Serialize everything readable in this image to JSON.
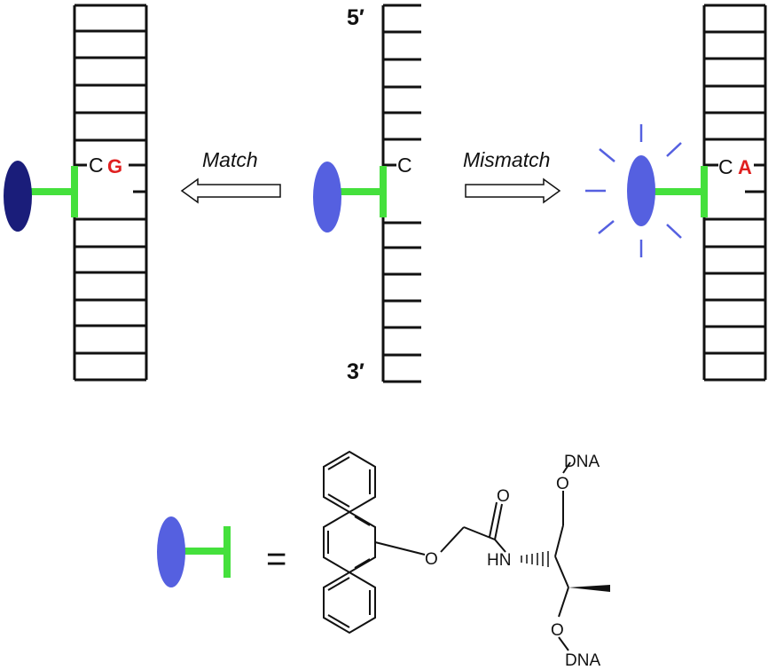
{
  "colors": {
    "probe_quenched": "#1a1d7a",
    "probe": "#5560e0",
    "linker": "#44e03c",
    "mismatch_base": "#e02020",
    "rays": "#5560e0",
    "strand": "#111111"
  },
  "arrows": {
    "match_label": "Match",
    "mismatch_label": "Mismatch"
  },
  "center_strand": {
    "five_prime": "5′",
    "three_prime": "3′",
    "base": "C"
  },
  "left_duplex": {
    "base": "C",
    "partner": "G"
  },
  "right_duplex": {
    "base": "C",
    "partner": "A"
  },
  "legend": {
    "equals": "="
  },
  "structure": {
    "o_top_dna": "DNA",
    "o_bottom_dna": "DNA",
    "carbonyl_o": "O",
    "ether_o": "O",
    "top_o": "O",
    "bottom_o": "O",
    "nh": "HN"
  }
}
